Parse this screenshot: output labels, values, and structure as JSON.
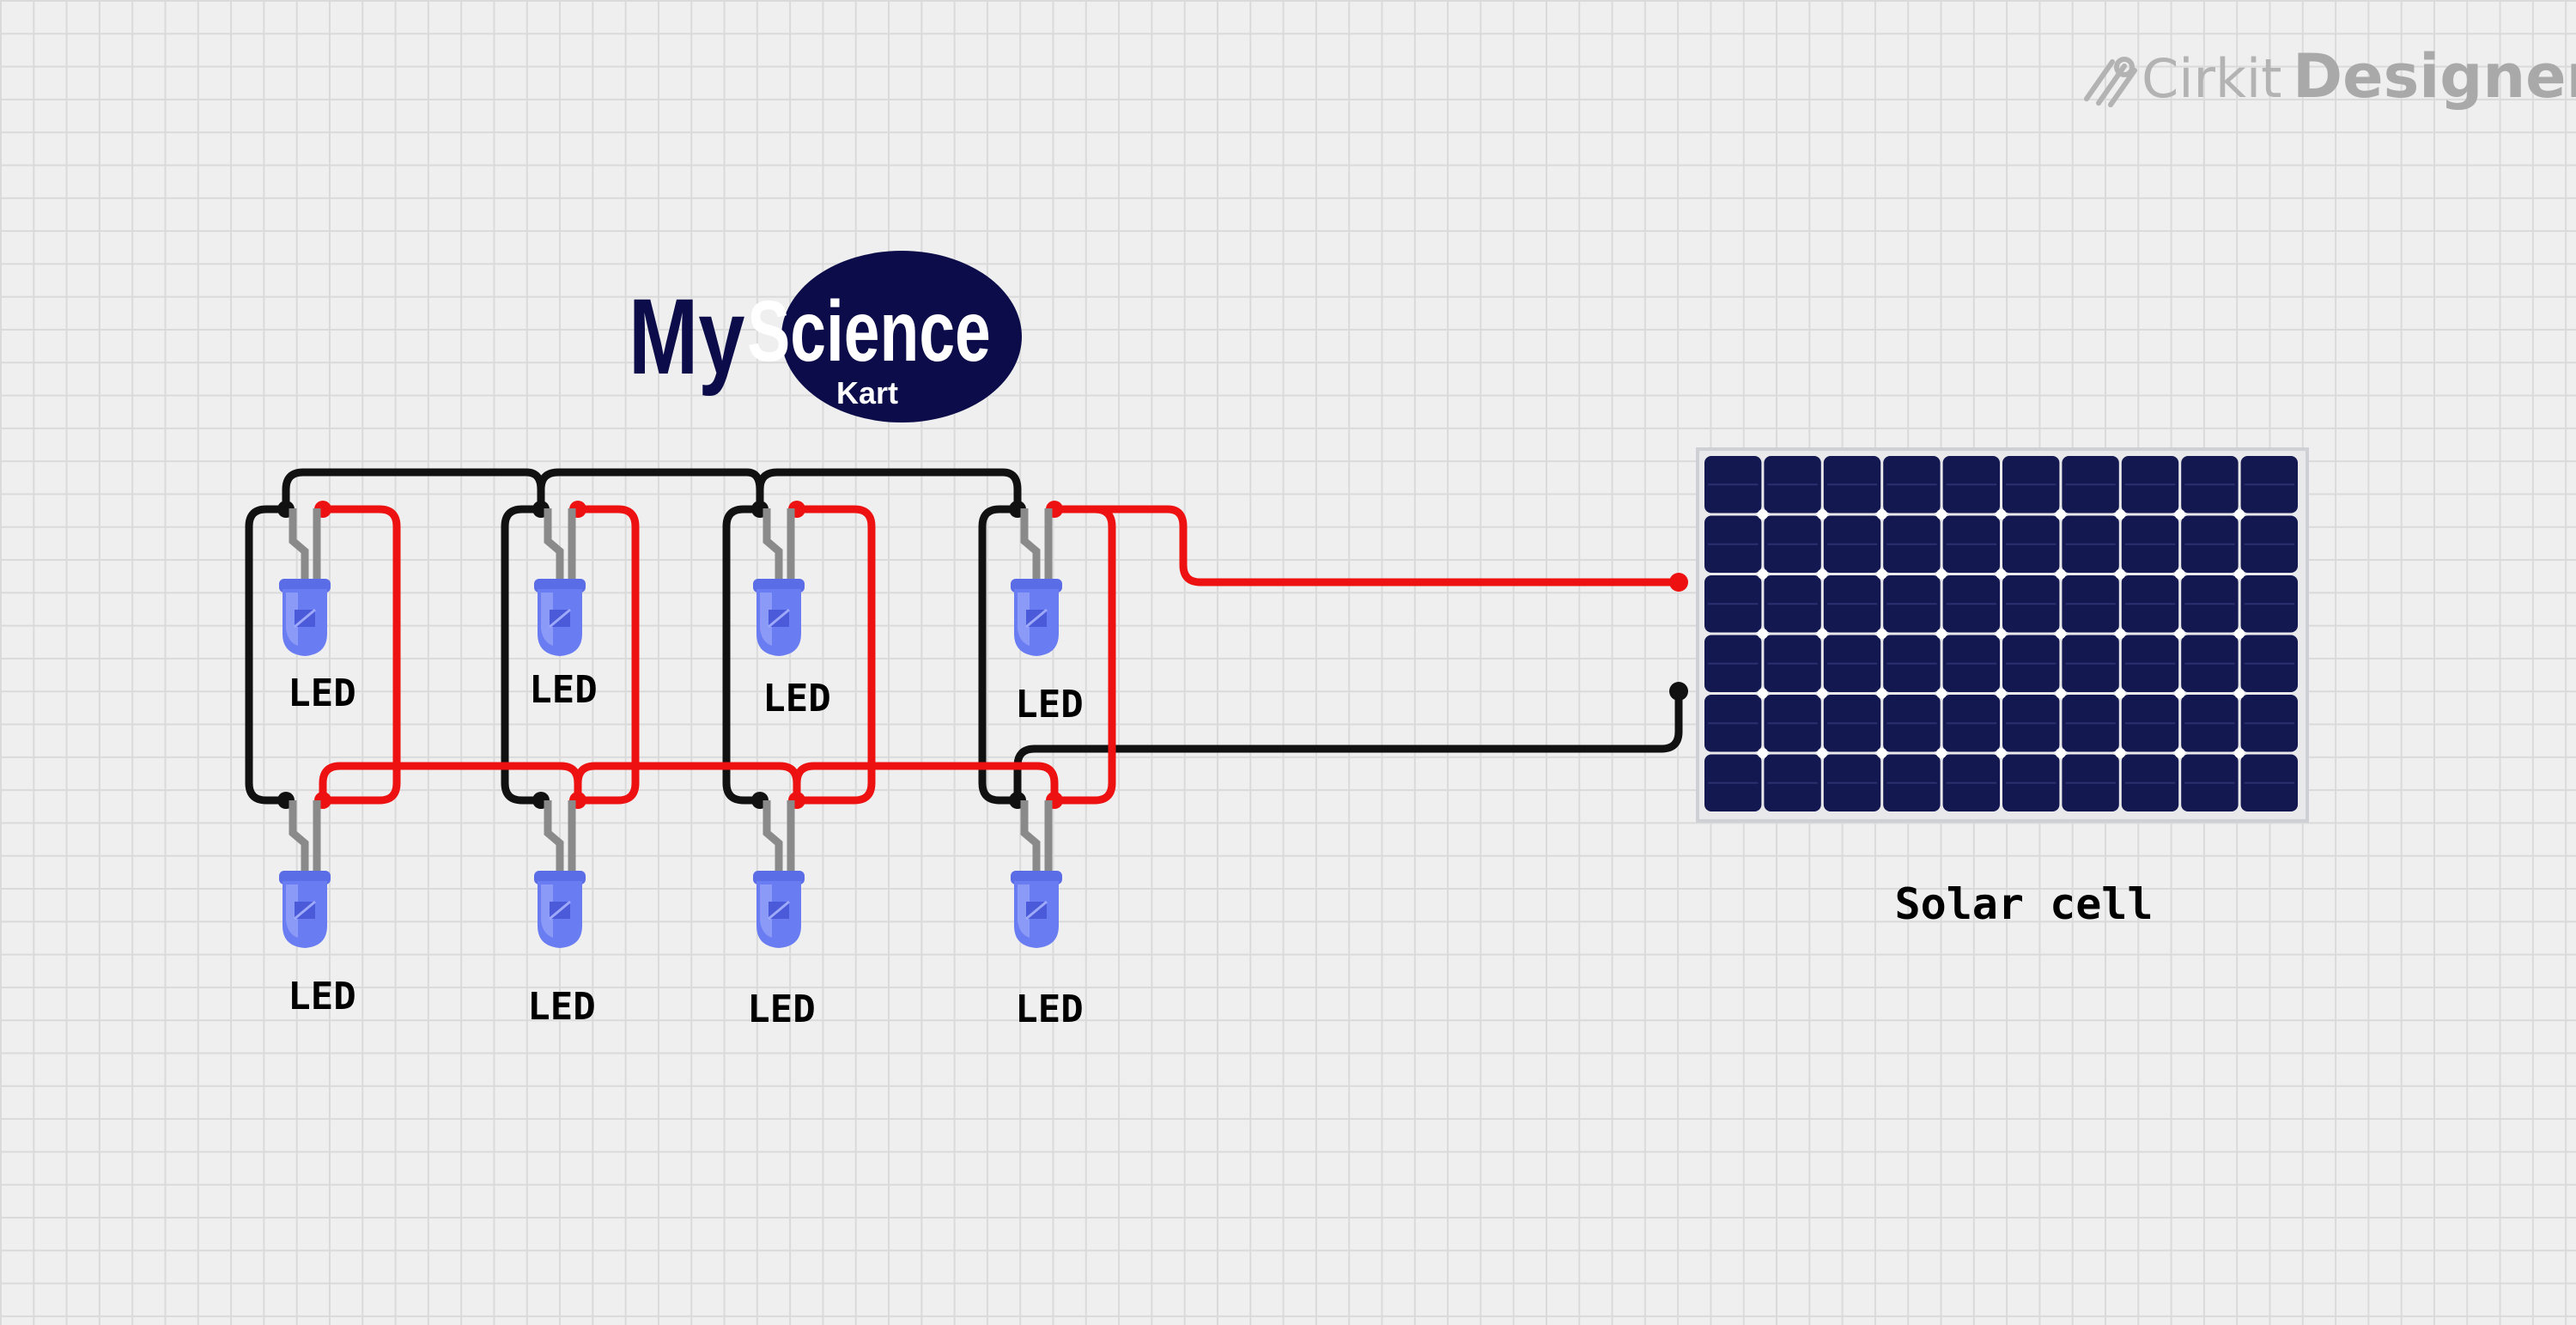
{
  "brand": {
    "name_part1": "Cirkit",
    "name_part2": "Designer"
  },
  "logo": {
    "word1": "My",
    "word2": "Science",
    "word3": "Kart"
  },
  "components": {
    "leds": [
      {
        "label": "LED"
      },
      {
        "label": "LED"
      },
      {
        "label": "LED"
      },
      {
        "label": "LED"
      },
      {
        "label": "LED"
      },
      {
        "label": "LED"
      },
      {
        "label": "LED"
      },
      {
        "label": "LED"
      }
    ],
    "solar_cell": {
      "label": "Solar cell"
    }
  },
  "colors": {
    "positive_wire": "#ee1111",
    "negative_wire": "#111111",
    "led_body": "#6a7cf2",
    "panel_cell": "#141850",
    "logo_navy": "#0c0c4a"
  }
}
